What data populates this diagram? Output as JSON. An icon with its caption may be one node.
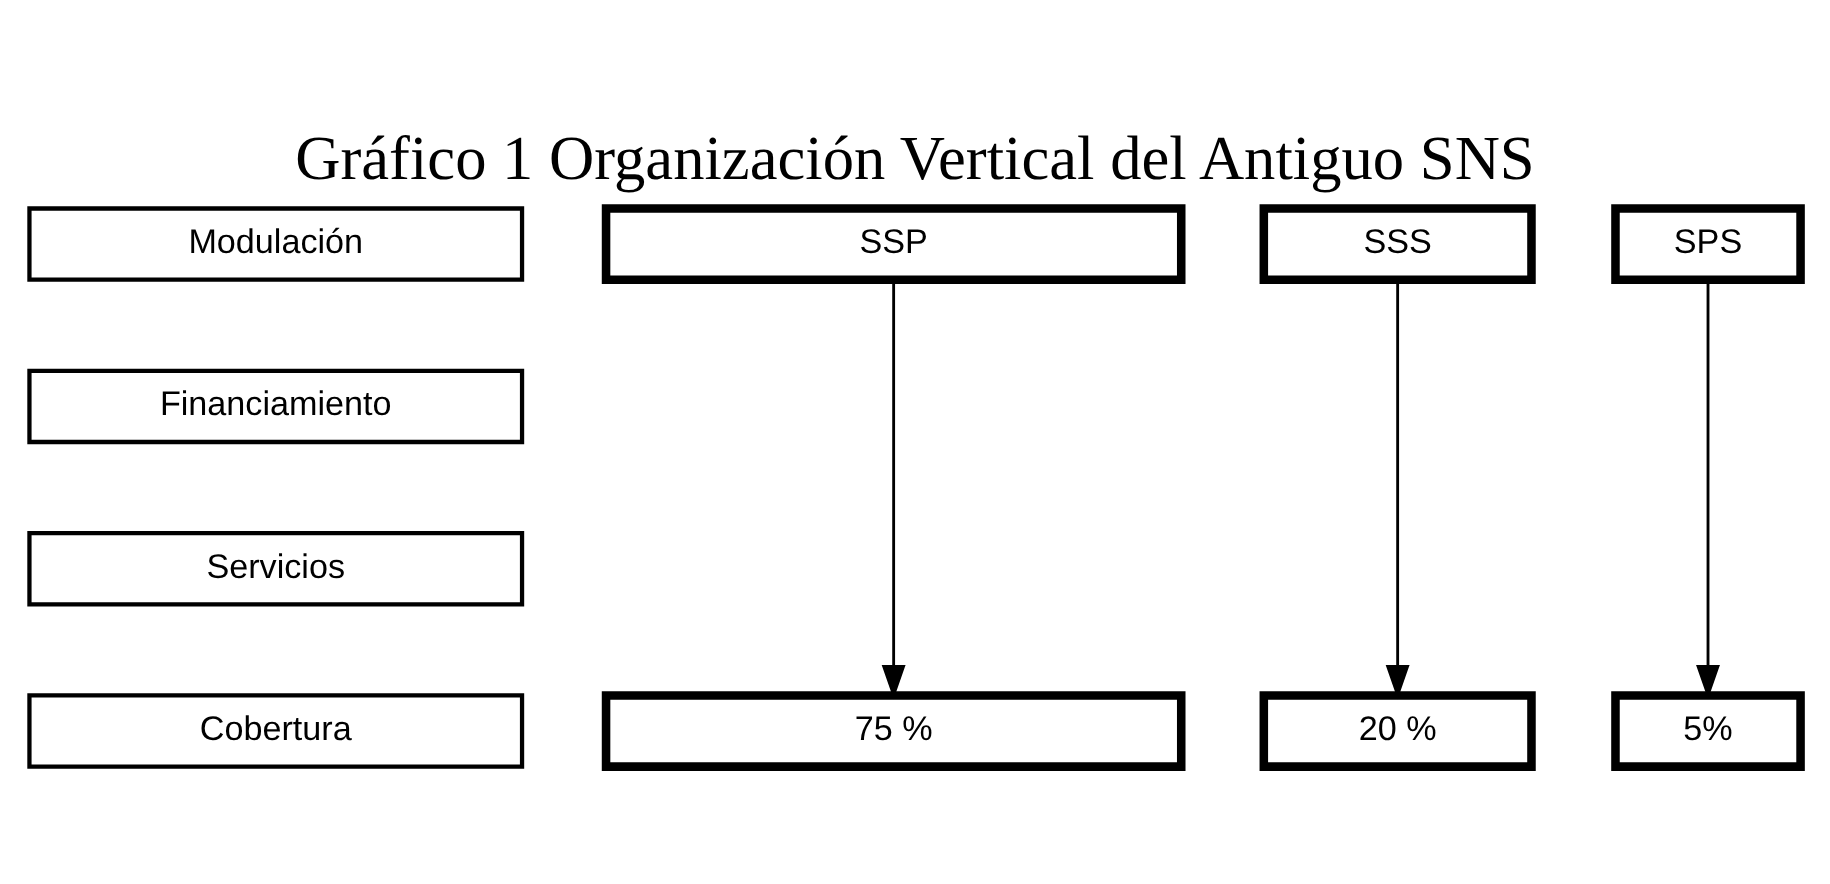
{
  "diagram": {
    "title": "Gráfico 1 Organización Vertical del Antiguo SNS",
    "nodes": [
      {
        "text": [
          "Modulación"
        ]
      },
      {
        "text": [
          "SSP"
        ]
      },
      {
        "text": [
          "SSS"
        ]
      },
      {
        "text": [
          "SPS"
        ]
      },
      {
        "text": [
          "Financiamiento"
        ]
      },
      {
        "text": [
          "Servicios"
        ]
      },
      {
        "text": [
          "Cobertura"
        ]
      },
      {
        "text": [
          "75 %"
        ]
      },
      {
        "text": [
          "20 %"
        ]
      },
      {
        "text": [
          "5%"
        ]
      }
    ],
    "edges": [
      {
        "from": 1,
        "to": 7,
        "arrow": "to"
      },
      {
        "from": 2,
        "to": 8,
        "arrow": "to"
      },
      {
        "from": 3,
        "to": 9,
        "arrow": "to"
      }
    ]
  }
}
